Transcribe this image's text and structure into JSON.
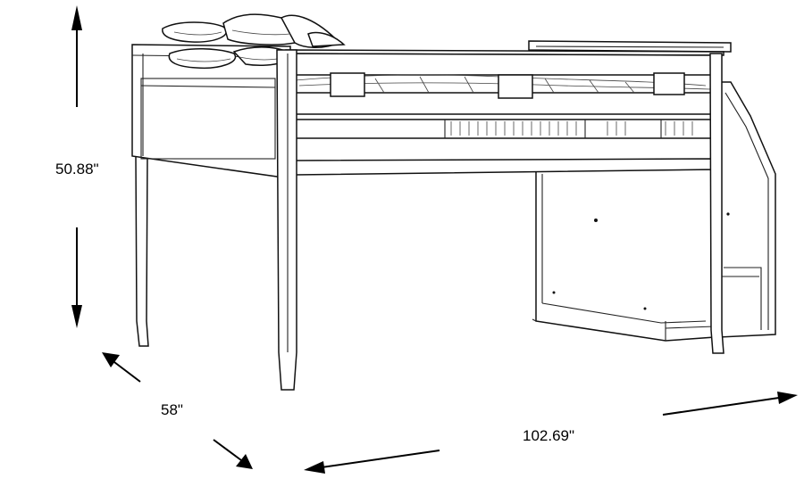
{
  "dimensions": {
    "height": "50.88\"",
    "depth": "58\"",
    "width": "102.69\""
  },
  "colors": {
    "line": "#111111",
    "background": "#ffffff"
  }
}
